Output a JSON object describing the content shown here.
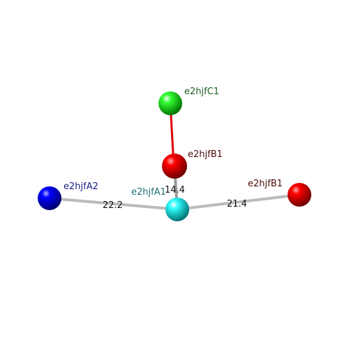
{
  "nodes": [
    {
      "id": "C1",
      "label": "e2hjfC1",
      "color": "#00dd00",
      "label_color": "#1b5e20"
    },
    {
      "id": "B1a",
      "label": "e2hjfB1",
      "color": "#ff0000",
      "label_color": "#4a0d0d"
    },
    {
      "id": "A2",
      "label": "e2hjfA2",
      "color": "#0000ff",
      "label_color": "#1a237e"
    },
    {
      "id": "A1",
      "label": "e2hjfA1",
      "color": "#00ffff",
      "label_color": "#1f6f6f"
    },
    {
      "id": "B1b",
      "label": "e2hjfB1",
      "color": "#ff0000",
      "label_color": "#4a0d0d"
    }
  ],
  "edges": [
    {
      "from": "C1",
      "to": "B1a",
      "label": "",
      "color": "#e00000"
    },
    {
      "from": "B1a",
      "to": "A1",
      "label": "14.4",
      "color": "#999999"
    },
    {
      "from": "A2",
      "to": "A1",
      "label": "22.2",
      "color": "#bbbbbb"
    },
    {
      "from": "A1",
      "to": "B1b",
      "label": "21.4",
      "color": "#bbbbbb"
    }
  ]
}
